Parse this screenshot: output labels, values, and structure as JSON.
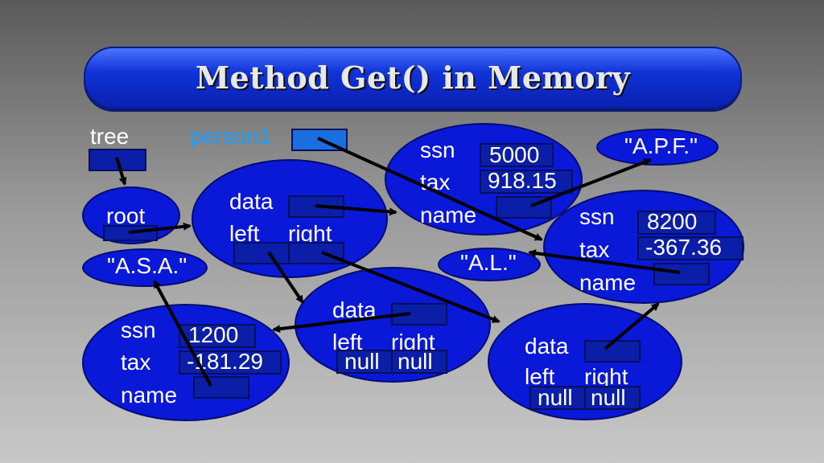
{
  "title": "Method Get() in Memory",
  "variables": {
    "tree": "tree",
    "person1": "person1"
  },
  "root_label": "root",
  "field_labels": {
    "ssn": "ssn",
    "tax": "tax",
    "name": "name",
    "data": "data",
    "left": "left",
    "right": "right"
  },
  "null_text": "null",
  "strings": {
    "apf": "\"A.P.F.\"",
    "asa": "\"A.S.A.\"",
    "al": "\"A.L.\""
  },
  "persons": {
    "p5000": {
      "ssn": "5000",
      "tax": "918.15"
    },
    "p8200": {
      "ssn": "8200",
      "tax": "-367.36"
    },
    "p1200": {
      "ssn": "1200",
      "tax": "-181.29"
    }
  },
  "colors": {
    "node": "#0a18d8",
    "slot": "#0a1ea8",
    "person1_label": "#1a9fff",
    "arrow": "#000000"
  }
}
